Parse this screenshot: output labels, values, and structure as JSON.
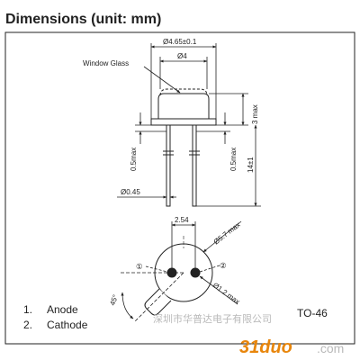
{
  "title": "Dimensions (unit: mm)",
  "labels": {
    "window_glass": "Window Glass",
    "outer_diameter": "Ø4.65±0.1",
    "window_diameter": "Ø4",
    "cap_height": "3 max",
    "lead_length": "14±1",
    "lead_offset_left": "0.5max",
    "lead_offset_right": "0.5max",
    "lead_diameter": "Ø0.45",
    "pin_spacing": "2.54",
    "flange_diameter": "Ø5.7 max",
    "pin_diameter": "Ø1.2 max",
    "tab_angle": "45°",
    "pin1": "①",
    "pin2": "②",
    "package": "TO-46"
  },
  "legend": {
    "item1_num": "1.",
    "item1_label": "Anode",
    "item2_num": "2.",
    "item2_label": "Cathode"
  },
  "watermark": {
    "cn_text": "深圳市华普达电子有限公司",
    "brand": "31duo",
    "domain": ".com"
  },
  "colors": {
    "line": "#222222",
    "watermark_brand": "#e8860c",
    "watermark_grey": "#b9b9b9"
  }
}
